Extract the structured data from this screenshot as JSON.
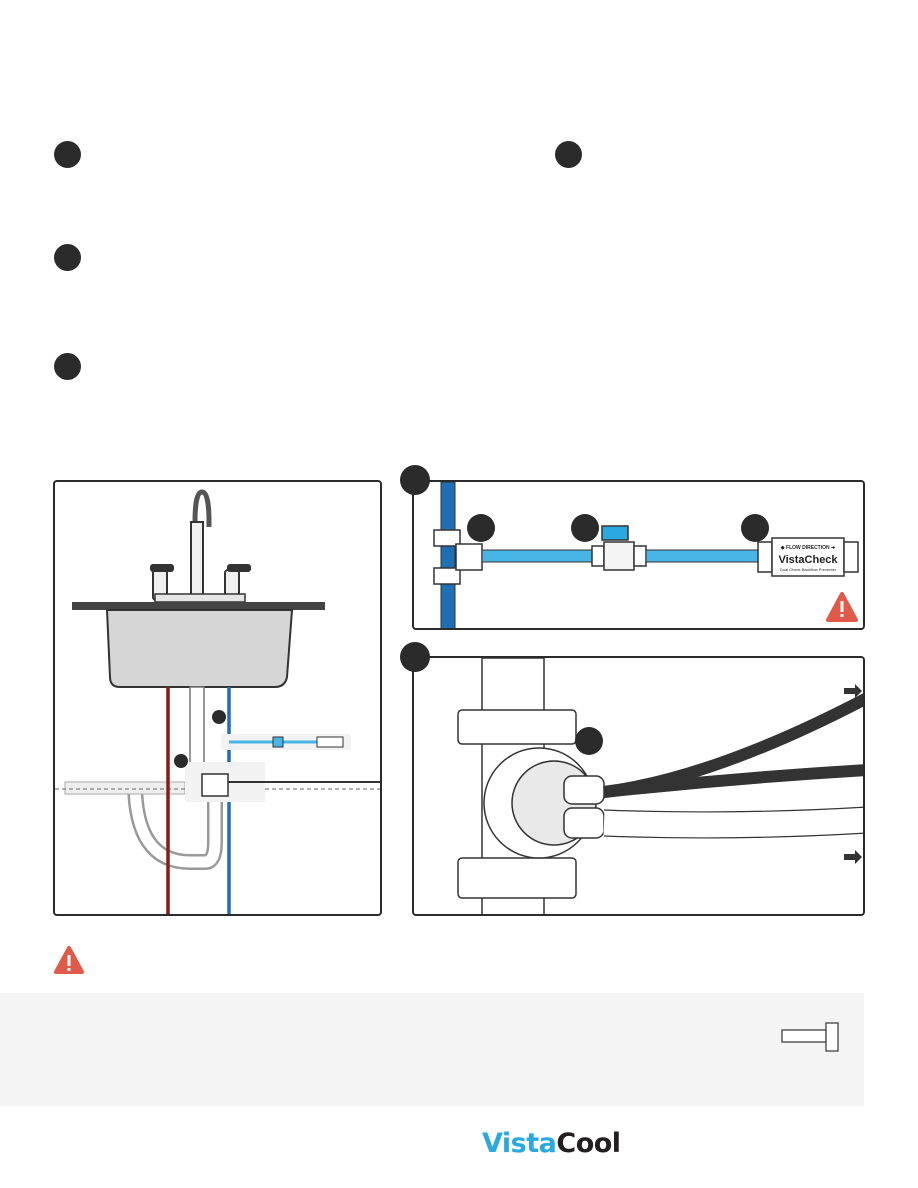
{
  "product_label": {
    "flow": "◆ FLOW DIRECTION ➔",
    "name": "VistaCheck",
    "subtitle": "Dual Check Backflow Preventer"
  },
  "brand": {
    "part1": "Vista",
    "part2": "Cool"
  },
  "colors": {
    "hot_line": "#8b1a1a",
    "cold_line": "#1f6fb5",
    "water_tube": "#47b5e6",
    "warning": "#e05a4a",
    "brand_blue": "#29a9e0"
  },
  "icons": [
    "warning-icon",
    "arrow-right-icon",
    "flow-tube-icon"
  ]
}
